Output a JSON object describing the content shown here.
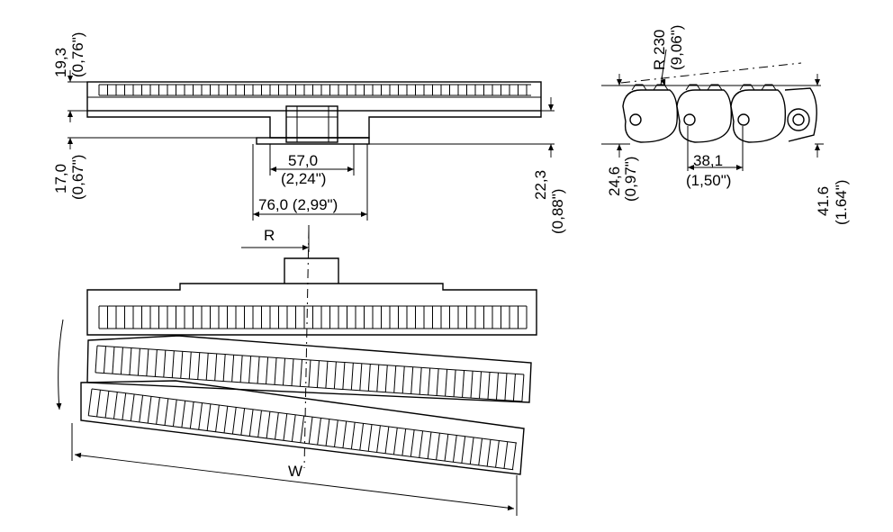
{
  "labels": {
    "top_left_upper": "19,3",
    "top_left_upper_in": "(0,76\")",
    "top_left_lower": "17,0",
    "top_left_lower_in": "(0,67\")",
    "width_57": "57,0",
    "width_57_in": "(2,24\")",
    "width_76": "76,0 (2,99\")",
    "height_22": "22,3",
    "height_22_in": "(0,88\")",
    "radius": "R 230",
    "radius_in": "(9,06\")",
    "height_24": "24,6",
    "height_24_in": "(0,97\")",
    "pitch": "38,1",
    "pitch_in": "(1,50\")",
    "height_41": "41.6",
    "height_41_in": "(1.64\")",
    "turn_radius": "R",
    "width_w": "W"
  }
}
